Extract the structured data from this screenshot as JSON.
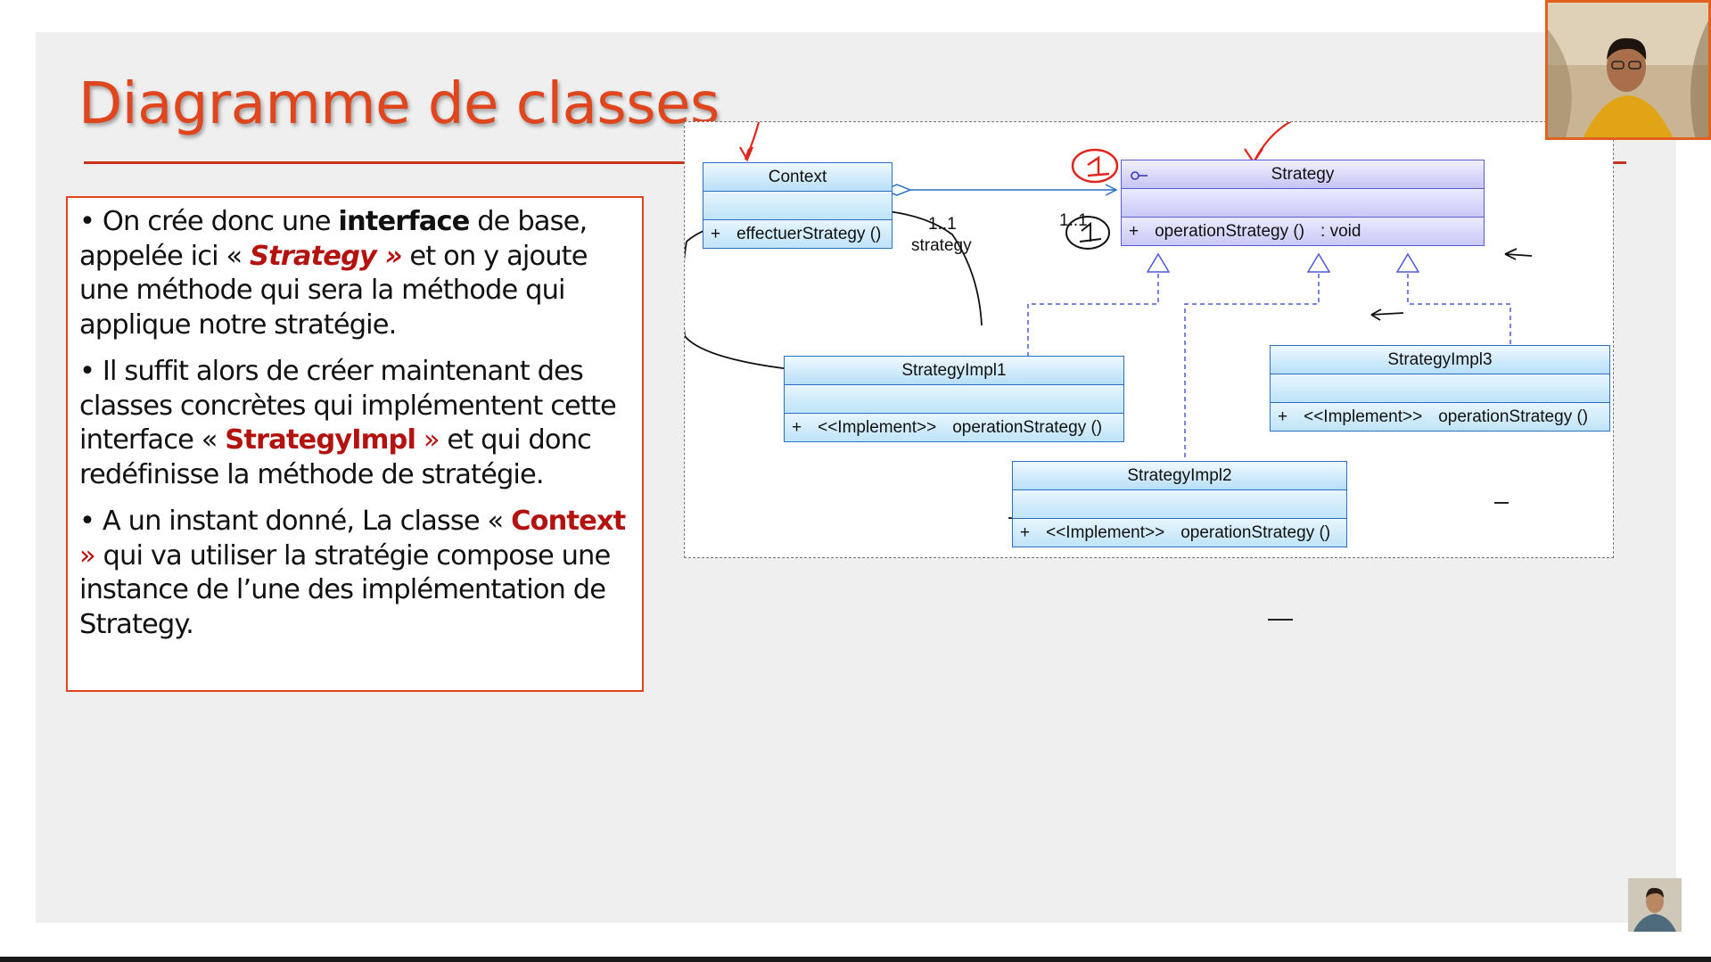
{
  "slide": {
    "title": "Diagramme de classes",
    "bullets": {
      "b1": {
        "p1": "• On crée donc une ",
        "p2": "interface",
        "p3": " de base, appelée ici « ",
        "p4": "Strategy »",
        "p5": " et on y ajoute une méthode qui sera la méthode qui applique notre stratégie."
      },
      "b2": {
        "p1": "• Il suffit alors de créer maintenant des classes concrètes qui implémentent cette interface « ",
        "p2": "StrategyImpl",
        "p3": " »",
        "p4": " et qui donc redéfinisse la méthode de stratégie."
      },
      "b3": {
        "p1": "• A un instant donné,  La classe « ",
        "p2": "Context",
        "p3": " »",
        "p4": " qui va utiliser la stratégie  compose une instance de l’une des implémentation de Strategy."
      }
    }
  },
  "diagram": {
    "context": {
      "name": "Context",
      "op_vis": "+",
      "op": "effectuerStrategy ()"
    },
    "strategy": {
      "name": "Strategy",
      "op_vis": "+",
      "op": "operationStrategy ()",
      "op_type": ": void"
    },
    "impl1": {
      "name": "StrategyImpl1",
      "op_vis": "+",
      "stereo": "<<Implement>>",
      "op": "operationStrategy ()"
    },
    "impl2": {
      "name": "StrategyImpl2",
      "op_vis": "+",
      "stereo": "<<Implement>>",
      "op": "operationStrategy ()"
    },
    "impl3": {
      "name": "StrategyImpl3",
      "op_vis": "+",
      "stereo": "<<Implement>>",
      "op": "operationStrategy ()"
    },
    "assoc": {
      "mult_context": "1..1",
      "role": "strategy",
      "mult_strategy": "1..1"
    },
    "annotations": {
      "circled_1": "1"
    }
  },
  "colors": {
    "title": "#e0461e",
    "emphasis": "#b3120e",
    "class_border": "#2b6fc4",
    "interface_border": "#5b5bd6",
    "annotation_red": "#e0261c"
  }
}
